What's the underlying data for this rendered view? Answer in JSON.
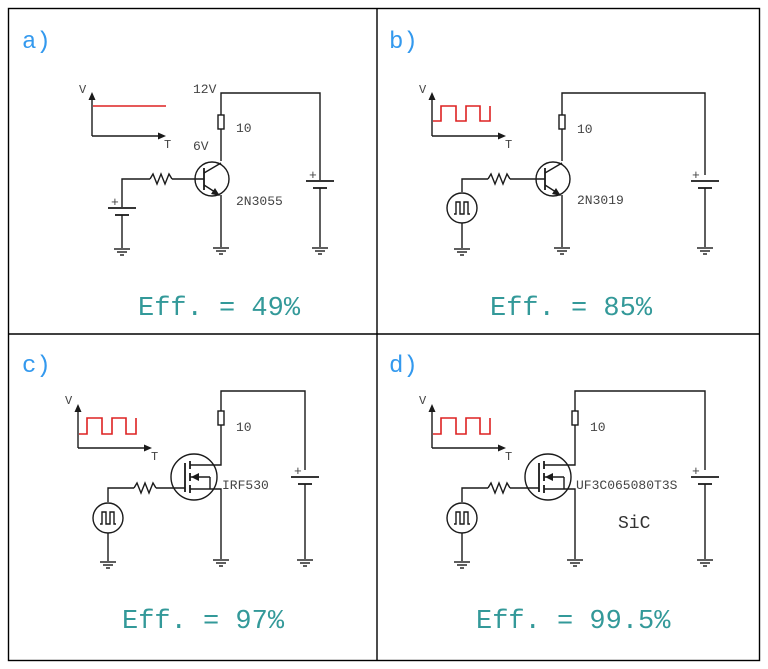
{
  "colors": {
    "panel_label": "#3399ee",
    "efficiency": "#339999",
    "waveform": "#dd2222",
    "wire": "#1a1a1a",
    "border": "#000000"
  },
  "panels": [
    {
      "label": "a)",
      "efficiency": "Eff. = 49%",
      "device": "2N3055",
      "resistor": "10",
      "supply": "12V",
      "base_voltage": "6V",
      "axis_v": "V",
      "axis_t": "T",
      "waveform": "dc-level",
      "source": "dc-battery"
    },
    {
      "label": "b)",
      "efficiency": "Eff. = 85%",
      "device": "2N3019",
      "resistor": "10",
      "axis_v": "V",
      "axis_t": "T",
      "waveform": "square-wave",
      "source": "pulse-source"
    },
    {
      "label": "c)",
      "efficiency": "Eff. = 97%",
      "device": "IRF530",
      "resistor": "10",
      "axis_v": "V",
      "axis_t": "T",
      "waveform": "square-wave",
      "source": "pulse-source"
    },
    {
      "label": "d)",
      "efficiency": "Eff. = 99.5%",
      "device": "UF3C065080T3S",
      "resistor": "10",
      "material": "SiC",
      "axis_v": "V",
      "axis_t": "T",
      "waveform": "square-wave",
      "source": "pulse-source"
    }
  ],
  "symbols": {
    "plus": "+"
  }
}
